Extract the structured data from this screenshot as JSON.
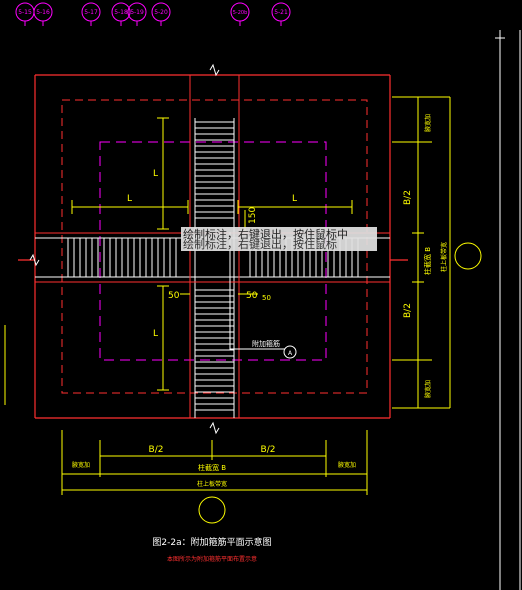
{
  "axes": [
    "5-15",
    "5-16",
    "5-17",
    "5-18",
    "5-19",
    "5-20",
    "5-20b",
    "5-21"
  ],
  "dims": {
    "L_top_left": "L",
    "L_top_right": "L",
    "L_vert_top": "L",
    "L_vert_bottom": "L",
    "gap_150": "150",
    "gap_50_left": "50",
    "gap_50_right": "50",
    "gap_50_b": "50",
    "half_B_left": "B/2",
    "half_B_right": "B/2",
    "col_width_B": "柱截宽 B",
    "hunch_left": "腋宽加",
    "hunch_right": "腋宽加",
    "col_top_width": "柱上板带宽",
    "right_half_top": "B/2",
    "right_half_bottom": "B/2",
    "right_col_width": "柱截宽 B",
    "right_hunch_top": "腋宽加",
    "right_hunch_bottom": "腋宽加",
    "right_top_width": "柱上板带宽"
  },
  "callout": {
    "label": "附加箍筋",
    "marker": "A"
  },
  "tooltip": {
    "line1": "绘制标注，右键退出，按住鼠标中",
    "line2": "绘制标注，右键退出，按住鼠标"
  },
  "caption": {
    "title": "图2-2a：附加箍筋平面示意图",
    "subtitle": "本图所示为附加箍筋平面布置示意"
  },
  "colors": {
    "background": "#000000",
    "grid": "#ff00ff",
    "structure": "#ff3030",
    "rebar": "#ffffff",
    "dimension": "#ffff00"
  }
}
